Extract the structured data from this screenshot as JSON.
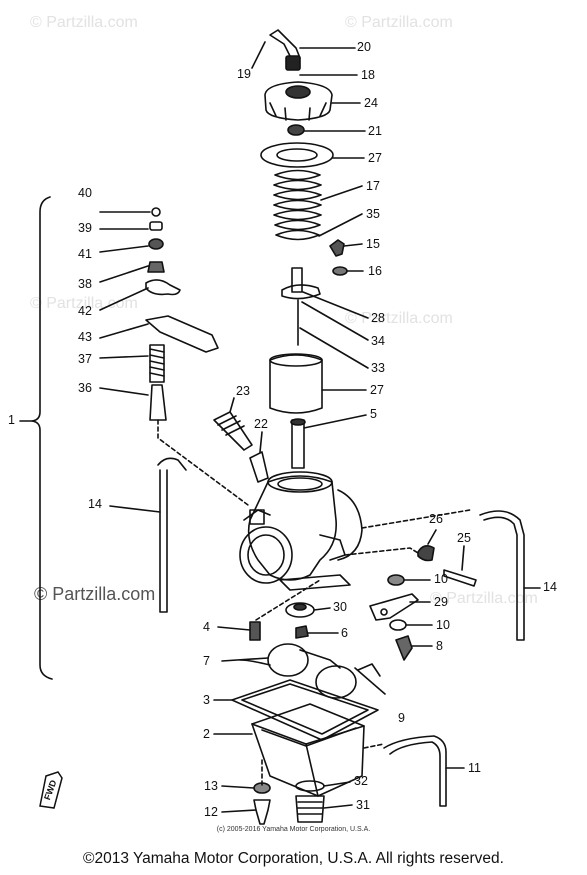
{
  "watermarks": {
    "top_left": "© Partzilla.com",
    "top_right": "© Partzilla.com",
    "mid_left": "© Partzilla.com",
    "mid_right": "© Partzilla.com",
    "left_main": "© Partzilla.com",
    "bottom_right": "© Partzilla.com"
  },
  "callouts": {
    "c1": "1",
    "c2": "2",
    "c3": "3",
    "c4": "4",
    "c5": "5",
    "c6": "6",
    "c7": "7",
    "c8": "8",
    "c9": "9",
    "c10a": "10",
    "c10b": "10",
    "c11": "11",
    "c12": "12",
    "c13": "13",
    "c14a": "14",
    "c14b": "14",
    "c15": "15",
    "c16": "16",
    "c17": "17",
    "c18": "18",
    "c19": "19",
    "c20": "20",
    "c21": "21",
    "c22": "22",
    "c23": "23",
    "c24": "24",
    "c25": "25",
    "c26": "26",
    "c27a": "27",
    "c27b": "27",
    "c28": "28",
    "c29": "29",
    "c30": "30",
    "c31": "31",
    "c32": "32",
    "c33": "33",
    "c34": "34",
    "c35": "35",
    "c36": "36",
    "c37": "37",
    "c38": "38",
    "c39": "39",
    "c40": "40",
    "c41": "41",
    "c42": "42",
    "c43": "43"
  },
  "fwd_label": "FWD",
  "small_copyright": "(c) 2005-2016 Yamaha Motor Corporation, U.S.A.",
  "footer_copyright": "©2013 Yamaha Motor Corporation, U.S.A. All rights reserved."
}
